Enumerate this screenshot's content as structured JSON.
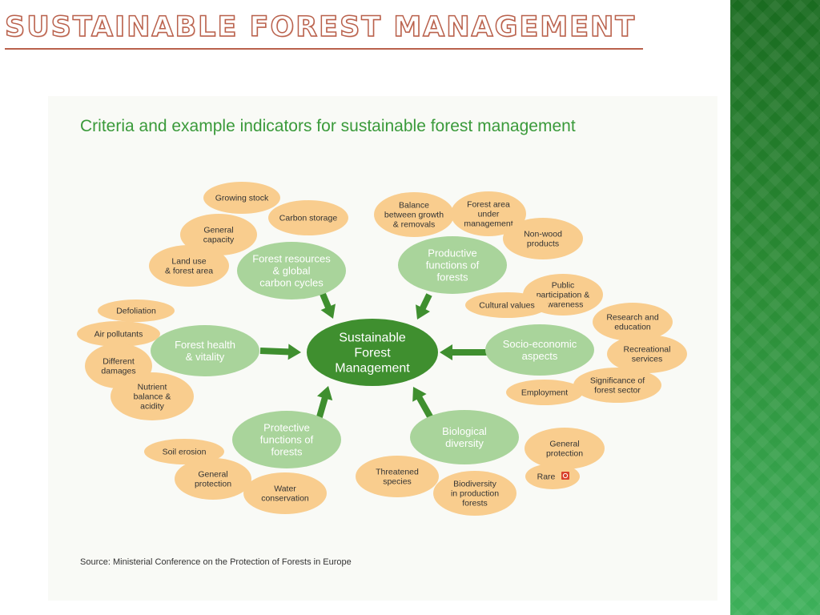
{
  "slide": {
    "title": "SUSTAINABLE FOREST MANAGEMENT"
  },
  "figure": {
    "title": "Criteria and example indicators for sustainable forest management",
    "source": "Source: Ministerial Conference on the Protection of Forests in Europe",
    "center": [
      "Sustainable",
      "Forest",
      "Management"
    ],
    "criteria": [
      {
        "key": "forest-resources",
        "lines": [
          "Forest resources",
          "& global",
          "carbon cycles"
        ]
      },
      {
        "key": "productive",
        "lines": [
          "Productive",
          "functions of",
          "forests"
        ]
      },
      {
        "key": "forest-health",
        "lines": [
          "Forest health",
          "& vitality"
        ]
      },
      {
        "key": "socio-economic",
        "lines": [
          "Socio-economic",
          "aspects"
        ]
      },
      {
        "key": "protective",
        "lines": [
          "Protective",
          "functions of",
          "forests"
        ]
      },
      {
        "key": "biological",
        "lines": [
          "Biological",
          "diversity"
        ]
      }
    ],
    "indicators": [
      {
        "key": "growing-stock",
        "lines": [
          "Growing stock"
        ]
      },
      {
        "key": "carbon-storage",
        "lines": [
          "Carbon storage"
        ]
      },
      {
        "key": "general-capacity",
        "lines": [
          "General",
          "capacity"
        ]
      },
      {
        "key": "land-use",
        "lines": [
          "Land use",
          "& forest area"
        ]
      },
      {
        "key": "balance-growth",
        "lines": [
          "Balance",
          "between growth",
          "& removals"
        ]
      },
      {
        "key": "forest-area-management",
        "lines": [
          "Forest area",
          "under",
          "management"
        ]
      },
      {
        "key": "non-wood",
        "lines": [
          "Non-wood",
          "products"
        ]
      },
      {
        "key": "defoliation",
        "lines": [
          "Defoliation"
        ]
      },
      {
        "key": "air-pollutants",
        "lines": [
          "Air pollutants"
        ]
      },
      {
        "key": "different-damages",
        "lines": [
          "Different",
          "damages"
        ]
      },
      {
        "key": "nutrient-balance",
        "lines": [
          "Nutrient",
          "balance &",
          "acidity"
        ]
      },
      {
        "key": "public-participation",
        "lines": [
          "Public",
          "participation &",
          "awareness"
        ]
      },
      {
        "key": "cultural-values",
        "lines": [
          "Cultural values"
        ]
      },
      {
        "key": "research-education",
        "lines": [
          "Research and",
          "education"
        ]
      },
      {
        "key": "recreational",
        "lines": [
          "Recreational",
          "services"
        ]
      },
      {
        "key": "significance-sector",
        "lines": [
          "Significance of",
          "forest sector"
        ]
      },
      {
        "key": "employment",
        "lines": [
          "Employment"
        ]
      },
      {
        "key": "soil-erosion",
        "lines": [
          "Soil erosion"
        ]
      },
      {
        "key": "general-protection-left",
        "lines": [
          "General",
          "protection"
        ]
      },
      {
        "key": "water-conservation",
        "lines": [
          "Water",
          "conservation"
        ]
      },
      {
        "key": "general-protection-right",
        "lines": [
          "General",
          "protection"
        ]
      },
      {
        "key": "threatened-species",
        "lines": [
          "Threatened",
          "species"
        ]
      },
      {
        "key": "rare",
        "lines": [
          "Rare"
        ]
      },
      {
        "key": "biodiversity-production",
        "lines": [
          "Biodiversity",
          "in production",
          "forests"
        ]
      }
    ]
  },
  "colors": {
    "center_fill": "#3f8f2f",
    "criteria_fill": "#a9d49b",
    "criteria_text": "#ffffff",
    "indicator_fill": "#f9cd8e",
    "indicator_text": "#333333",
    "arrow": "#3f8f2f",
    "figure_title": "#3a9a3a",
    "rare_badge": "#d9432c"
  },
  "icons": {
    "rare_badge": "rare-badge-icon"
  }
}
